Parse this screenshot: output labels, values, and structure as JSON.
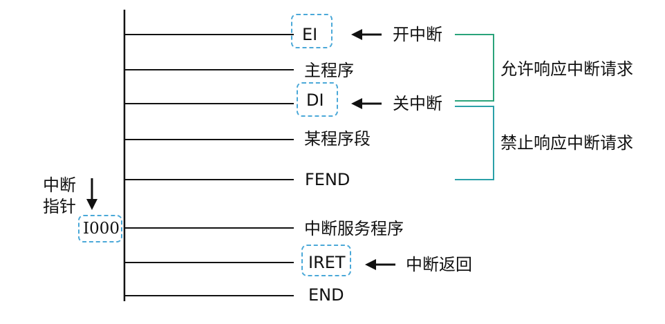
{
  "instructions": {
    "ei": "EI",
    "main": "主程序",
    "di": "DI",
    "segment": "某程序段",
    "fend": "FEND",
    "isr": "中断服务程序",
    "iret": "IRET",
    "end": "END"
  },
  "annotations": {
    "open_interrupt": "开中断",
    "close_interrupt": "关中断",
    "interrupt_return": "中断返回",
    "allow_request": "允许响应中断请求",
    "forbid_request": "禁止响应中断请求"
  },
  "pointer": {
    "label_line1": "中断",
    "label_line2": "指针",
    "id": "I000"
  },
  "colors": {
    "dashed_box": "#4aa8d8",
    "bracket": "#2aa37a",
    "bracket_lower": "#2aa0a8",
    "line": "#111111"
  }
}
